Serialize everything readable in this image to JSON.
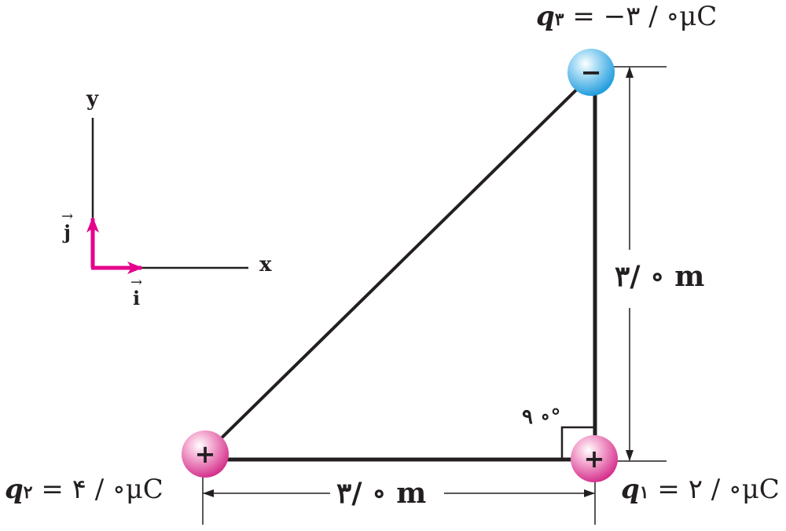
{
  "charges": {
    "q1": {
      "name": "q",
      "sub": "۱",
      "value": " = ۲ / ∘μC",
      "sign": "+",
      "color": "#d9308e"
    },
    "q2": {
      "name": "q",
      "sub": "۲",
      "value": " = ۴ / ∘μC",
      "sign": "+",
      "color": "#d9308e"
    },
    "q3": {
      "name": "q",
      "sub": "۳",
      "value": " = −۳ / ∘μC",
      "sign": "−",
      "color": "#2aa3df"
    }
  },
  "dimensions": {
    "horizontal": "۳/ ∘ m",
    "vertical": "۳/ ∘ m",
    "angle": "۹ ∘°"
  },
  "axes": {
    "x_label": "x",
    "y_label": "y",
    "i_label": "i",
    "j_label": "j",
    "unit_vector_arrow": "→",
    "unit_vector_color": "#e5008c"
  }
}
